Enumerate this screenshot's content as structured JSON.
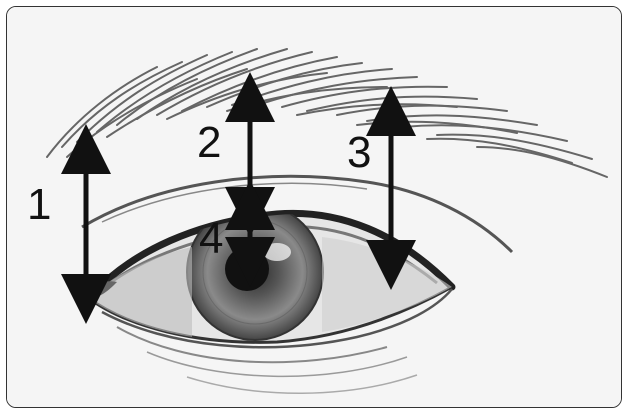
{
  "labels": {
    "m1": "1",
    "m2": "2",
    "m3": "3",
    "m4": "4"
  },
  "colors": {
    "ink": "#111111",
    "sketch": "#555555",
    "background": "#f5f5f5",
    "border": "#333333"
  }
}
